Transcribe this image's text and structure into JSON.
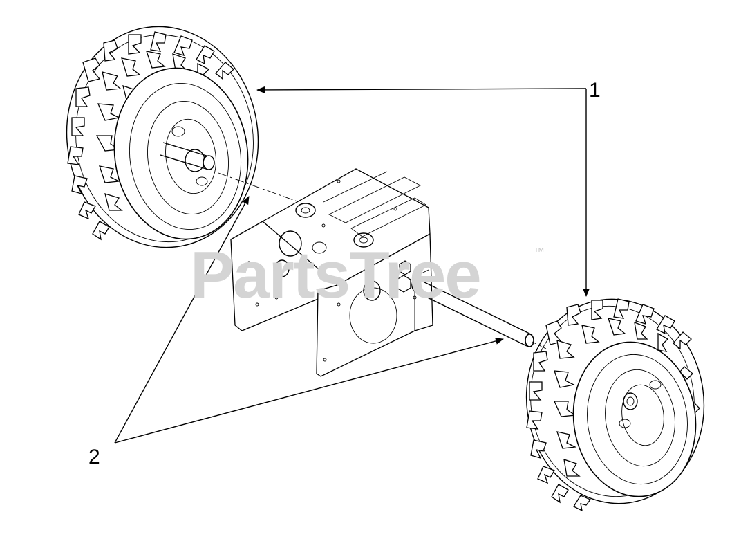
{
  "callouts": {
    "wheel_assembly": "1",
    "axle_shaft": "2"
  },
  "watermark": {
    "brand": "PartsTree",
    "trademark": "™"
  },
  "colors": {
    "line": "#000000",
    "background": "#ffffff",
    "watermark": "#d4d4d4"
  }
}
